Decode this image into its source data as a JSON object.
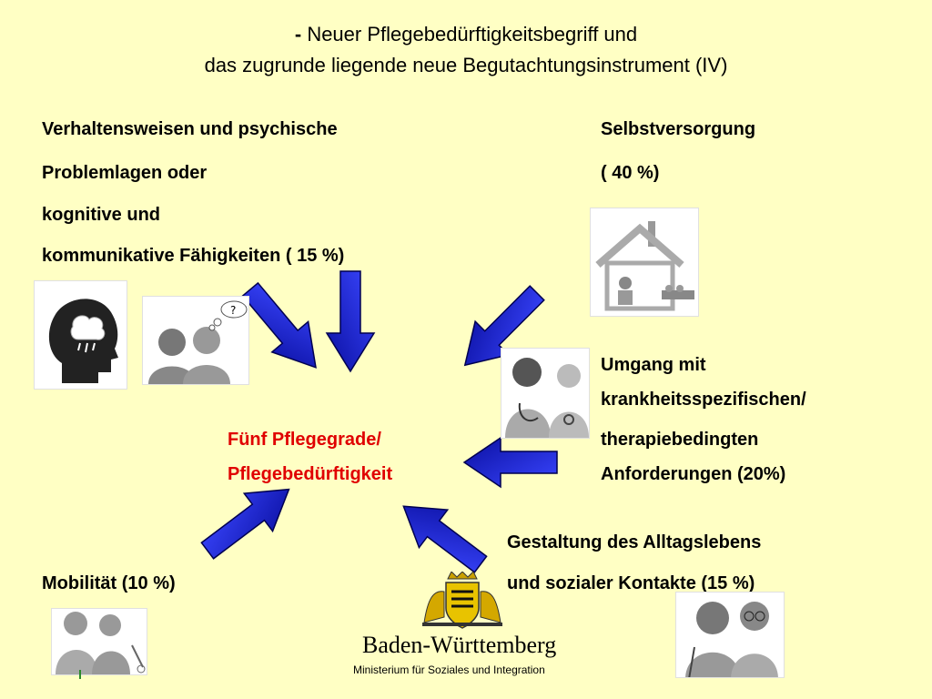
{
  "header": {
    "line1_prefix": "- ",
    "line1": "Neuer Pflegebedürftigkeitsbegriff und",
    "line2": "das zugrunde liegende neue Begutachtungsinstrument (IV)"
  },
  "modules": {
    "cognitive": {
      "line1": "Verhaltensweisen und psychische",
      "line2": "Problemlagen  oder",
      "line3": "kognitive und",
      "line4": "kommunikative Fähigkeiten ( 15 %)"
    },
    "selfcare": {
      "line1": "Selbstversorgung",
      "line2": "( 40 %)"
    },
    "illness": {
      "line1": "Umgang mit",
      "line2": "krankheitsspezifischen/",
      "line3": "therapiebedingten",
      "line4": "Anforderungen (20%)"
    },
    "daily": {
      "line1": "Gestaltung des Alltagslebens",
      "line2": "und sozialer Kontakte (15 %)"
    },
    "mobility": {
      "line1": "Mobilität (10 %)"
    }
  },
  "center": {
    "line1": "Fünf Pflegegrade/",
    "line2": "Pflegebedürftigkeit"
  },
  "footer": {
    "name": "Baden-Württemberg",
    "subtitle": "Ministerium für Soziales und Integration"
  },
  "colors": {
    "background": "#ffffc4",
    "arrow": "#0a14c8",
    "accent": "#e00000"
  }
}
